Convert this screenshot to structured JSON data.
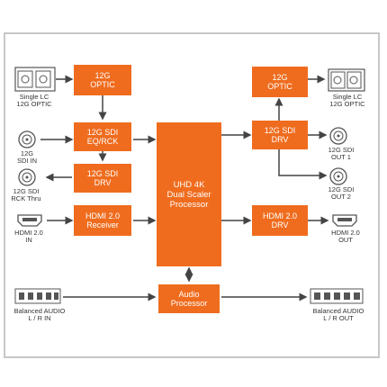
{
  "blocks": {
    "optic_in": [
      "12G",
      "OPTIC"
    ],
    "sdi_eq": [
      "12G SDI",
      "EQ/RCK"
    ],
    "sdi_drv_left": [
      "12G SDI",
      "DRV"
    ],
    "hdmi_rx": [
      "HDMI 2.0",
      "Receiver"
    ],
    "processor": [
      "UHD 4K",
      "Dual Scaler",
      "Processor"
    ],
    "audio": [
      "Audio",
      "Processor"
    ],
    "optic_out": [
      "12G",
      "OPTIC"
    ],
    "sdi_drv_right": [
      "12G SDI",
      "DRV"
    ],
    "hdmi_drv": [
      "HDMI 2.0",
      "DRV"
    ]
  },
  "ports": {
    "single_lc_in": [
      "Single LC",
      "12G OPTIC"
    ],
    "sdi_in": [
      "12G",
      "SDI IN"
    ],
    "rck_thru": [
      "12G SDI",
      "RCK Thru"
    ],
    "hdmi_in": [
      "HDMI 2.0",
      "IN"
    ],
    "audio_in": [
      "Balanced AUDIO",
      "L / R IN"
    ],
    "single_lc_out": [
      "Single LC",
      "12G OPTIC"
    ],
    "sdi_out1": [
      "12G SDI",
      "OUT 1"
    ],
    "sdi_out2": [
      "12G SDI",
      "OUT 2"
    ],
    "hdmi_out": [
      "HDMI 2.0",
      "OUT"
    ],
    "audio_out": [
      "Balanced AUDIO",
      "L / R OUT"
    ]
  },
  "colors": {
    "block": "#ef6c1e",
    "wire": "#444444",
    "frame": "#c7c7c7"
  }
}
